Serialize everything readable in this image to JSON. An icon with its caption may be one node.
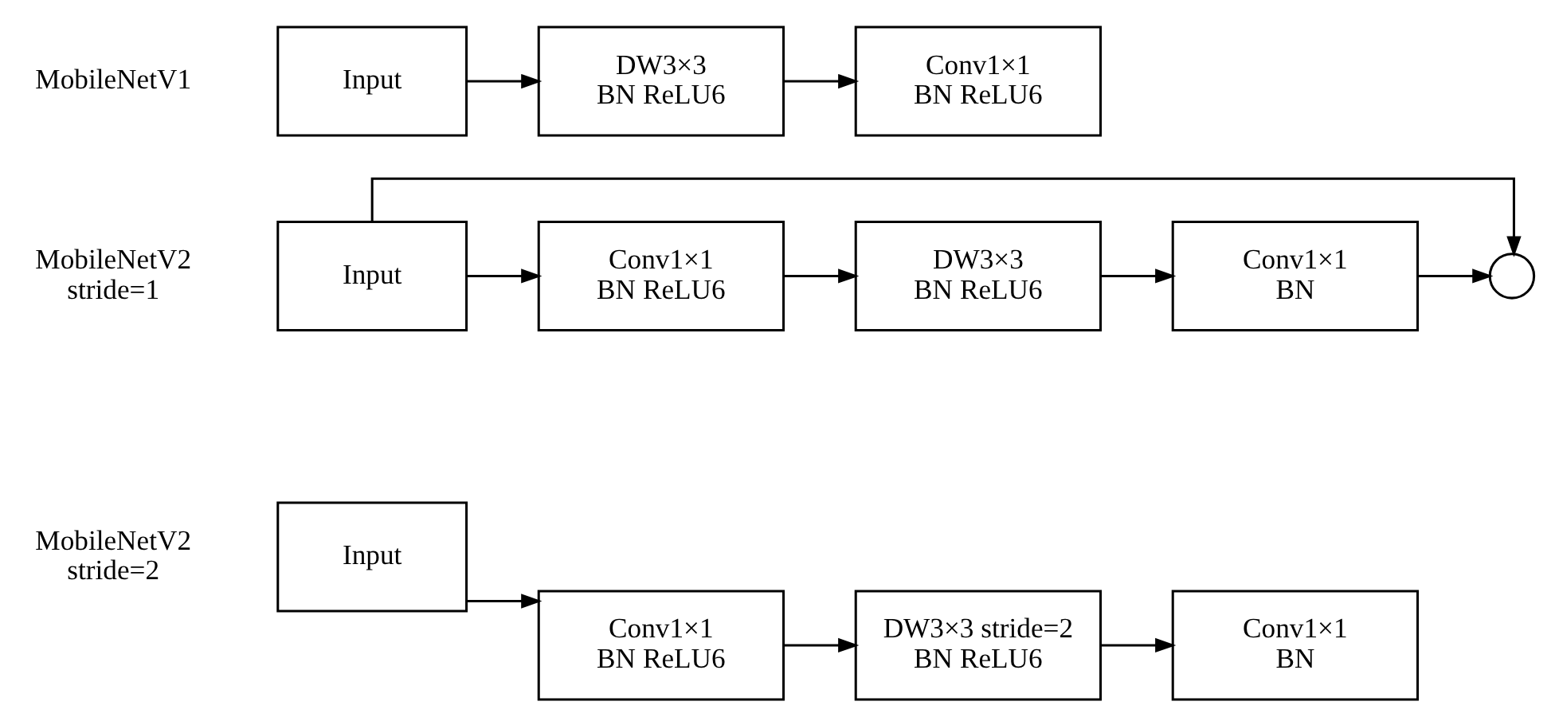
{
  "diagram": {
    "nodes": [
      {
        "text": [
          "Input"
        ]
      },
      {
        "text": [
          "DW3×3 BN ReLU6"
        ]
      },
      {
        "text": [
          "Conv1×1 BN ReLU6"
        ]
      },
      {
        "text": [
          "Input"
        ]
      },
      {
        "text": [
          "Conv1×1 BN ReLU6"
        ]
      },
      {
        "text": [
          "DW3×3 BN ReLU6"
        ]
      },
      {
        "text": [
          "Conv1×1 BN"
        ]
      },
      {
        "text": [],
        "shape": "circle"
      },
      {
        "text": [
          "Input"
        ]
      },
      {
        "text": [
          "Conv1×1 BN ReLU6"
        ]
      },
      {
        "text": [
          "DW3×3 stride=2 BN ReLU6"
        ]
      },
      {
        "text": [
          "Conv1×1 BN"
        ]
      }
    ],
    "edges": [
      {
        "from": 0,
        "to": 1,
        "arrow": "to"
      },
      {
        "from": 1,
        "to": 2,
        "arrow": "to"
      },
      {
        "from": 3,
        "to": 4,
        "arrow": "to"
      },
      {
        "from": 4,
        "to": 5,
        "arrow": "to"
      },
      {
        "from": 5,
        "to": 6,
        "arrow": "to"
      },
      {
        "from": 6,
        "to": 7,
        "arrow": "to"
      },
      {
        "from": 3,
        "to": 7,
        "arrow": "to"
      },
      {
        "from": 8,
        "to": 9,
        "arrow": "to"
      },
      {
        "from": 9,
        "to": 10,
        "arrow": "to"
      },
      {
        "from": 10,
        "to": 11,
        "arrow": "to"
      }
    ],
    "labels": [
      "MobileNetV1",
      "MobileNetV2 stride=1",
      "MobileNetV2 stride=2"
    ]
  }
}
